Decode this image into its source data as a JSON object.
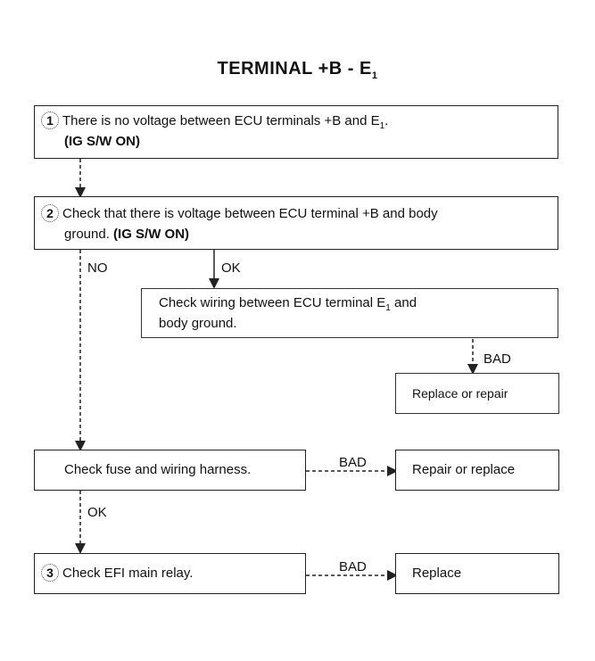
{
  "title": {
    "main": "TERMINAL +B - E",
    "sub": "1"
  },
  "step1": {
    "number": "1",
    "line1": "There is no voltage between ECU terminals +B and E",
    "line1_sub": "1",
    "line1_end": ".",
    "line2": "(IG S/W ON)"
  },
  "step2": {
    "number": "2",
    "line1": "Check that there is voltage between ECU terminal +B and body",
    "line2a": "ground. ",
    "line2b": "(IG S/W ON)"
  },
  "labels": {
    "no": "NO",
    "ok1": "OK",
    "bad1": "BAD",
    "bad2": "BAD",
    "ok2": "OK",
    "bad3": "BAD"
  },
  "wiring": {
    "line1": "Check wiring between ECU terminal E",
    "line1_sub": "1",
    "line1_end": " and",
    "line2": "body ground."
  },
  "replace_repair": "Replace or repair",
  "fuse": "Check fuse and wiring harness.",
  "repair_replace": "Repair or replace",
  "step3": {
    "number": "3",
    "text": "Check EFI main relay."
  },
  "replace": "Replace"
}
